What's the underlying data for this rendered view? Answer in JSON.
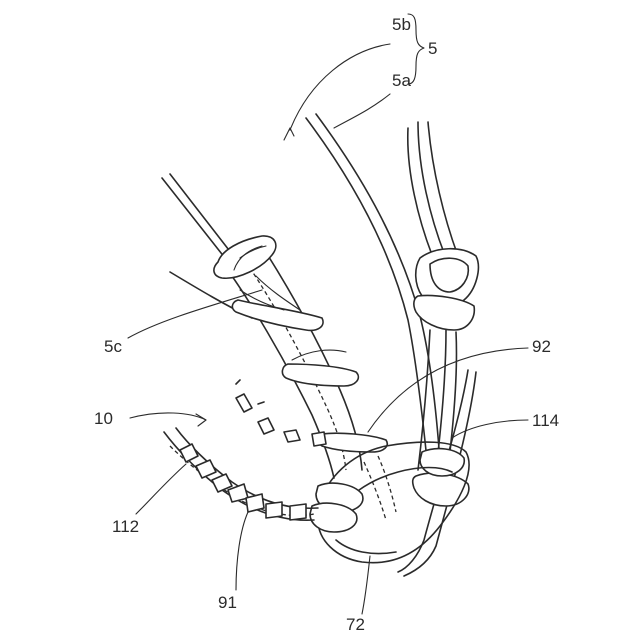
{
  "labels": {
    "l5b": "5b",
    "l5": "5",
    "l5a": "5a",
    "l5c": "5c",
    "l92": "92",
    "l10": "10",
    "l114": "114",
    "l112": "112",
    "l91": "91",
    "l72": "72"
  },
  "colors": {
    "line": "#2b2b2b",
    "background": "#ffffff"
  }
}
